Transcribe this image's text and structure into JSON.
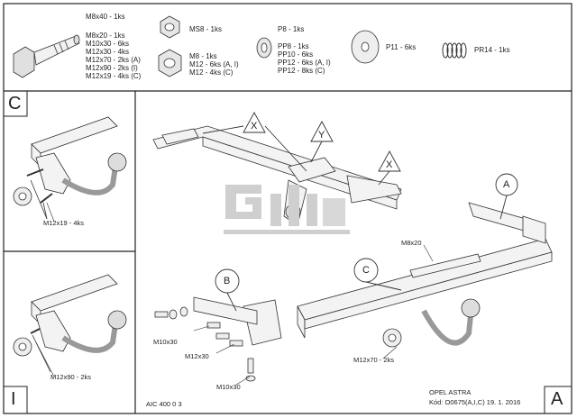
{
  "parts": {
    "bolt_main": "M8x40 - 1ks",
    "bolt_list": [
      "M8x20 - 1ks",
      "M10x30 - 6ks",
      "M12x30 - 4ks",
      "M12x70 - 2ks (A)",
      "M12x90 - 2ks (I)",
      "M12x19 - 4ks (C)"
    ],
    "nut_ms8": "MS8 - 1ks",
    "nut_list": [
      "M8 - 1ks",
      "M12 - 6ks (A, I)",
      "M12 - 4ks (C)"
    ],
    "washer_p8": "P8 - 1ks",
    "washer_list": [
      "PP8 - 1ks",
      "PP10 - 6ks",
      "PP12 - 6ks (A, I)",
      "PP12 - 8ks (C)"
    ],
    "washer_p11": "P11 - 6ks",
    "spring_pr14": "PR14 - 1ks"
  },
  "panels": {
    "c": {
      "letter": "C",
      "callout": "M12x19 - 4ks"
    },
    "i": {
      "letter": "I",
      "callout": "M12x90 - 2ks"
    },
    "a": {
      "letter": "A"
    }
  },
  "main": {
    "labels": {
      "x1": "X",
      "y": "Y",
      "x2": "X",
      "a": "A",
      "b": "B",
      "c": "C"
    },
    "callouts": {
      "m8x20": "M8x20",
      "m10x30_a": "M10x30",
      "m12x30": "M12x30",
      "m10x30_b": "M10x30",
      "m12x70": "M12x70 - 2ks"
    },
    "code": "AIC 400 0 3",
    "vehicle": "OPEL ASTRA",
    "kod": "Kód: O0675(A,I,C)  19. 1. 2016"
  }
}
